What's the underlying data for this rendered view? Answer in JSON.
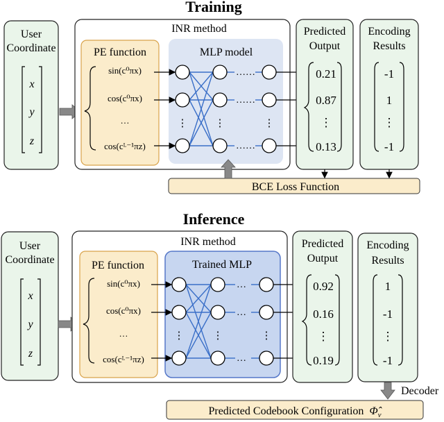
{
  "training": {
    "title": "Training",
    "user_coord": [
      "User",
      "Coordinate"
    ],
    "vars": [
      "x",
      "y",
      "z"
    ],
    "inr_label": "INR method",
    "pe_label": "PE function",
    "pe_formulas": [
      "sin(c⁰πx)",
      "cos(c⁰πx)",
      "…",
      "cos(cᴸ⁻¹πz)"
    ],
    "mlp_label": "MLP model",
    "dots": "……",
    "pred_label": [
      "Predicted",
      "Output"
    ],
    "pred_values": [
      "0.21",
      "0.87",
      "⋮",
      "0.13"
    ],
    "enc_label": [
      "Encoding",
      "Results"
    ],
    "enc_values": [
      "-1",
      "1",
      "⋮",
      "-1"
    ],
    "loss_label": "BCE Loss Function"
  },
  "inference": {
    "title": "Inference",
    "user_coord": [
      "User",
      "Coordinate"
    ],
    "vars": [
      "x",
      "y",
      "z"
    ],
    "inr_label": "INR method",
    "pe_label": "PE function",
    "pe_formulas": [
      "sin(c⁰πx)",
      "cos(c⁰πx)",
      "…",
      "cos(cᴸ⁻¹πz)"
    ],
    "mlp_label": "Trained MLP",
    "dots": "…",
    "pred_label": [
      "Predicted",
      "Output"
    ],
    "pred_values": [
      "0.92",
      "0.16",
      "⋮",
      "0.19"
    ],
    "enc_label": [
      "Encoding",
      "Results"
    ],
    "enc_values": [
      "1",
      "-1",
      "⋮",
      "-1"
    ],
    "decoder_label": "Decoder",
    "codebook_label": "Predicted Codebook Configuration",
    "codebook_symbol": "Φ̂",
    "codebook_sub": "v"
  },
  "colors": {
    "panel_fill": "#eaf5ea",
    "panel_stroke": "#222222",
    "pe_fill": "#fbeccb",
    "pe_stroke": "#d8a24a",
    "mlp_fill_training": "#dde5f3",
    "mlp_fill_inference": "#c7d6f0",
    "mlp_stroke_inference": "#5577c8",
    "net_line": "#3a6fc8",
    "loss_fill": "#fbeccb",
    "arrow_gray": "#888888"
  }
}
